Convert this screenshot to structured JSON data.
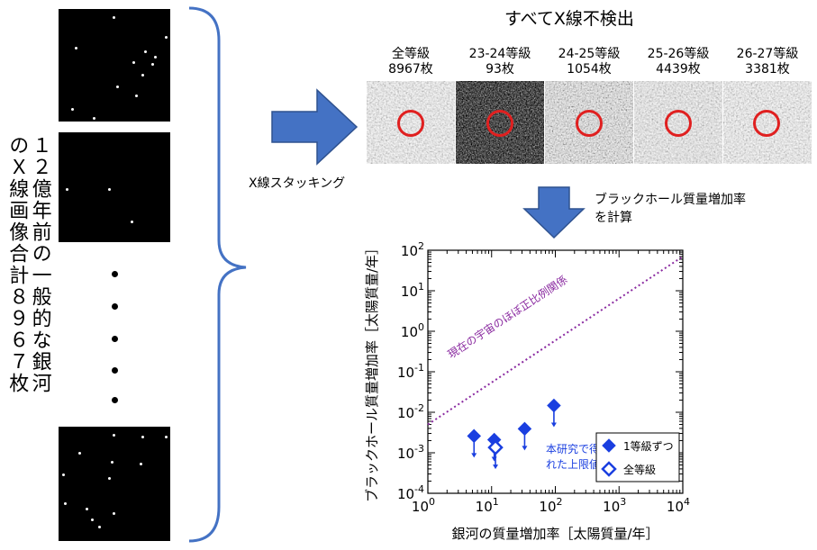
{
  "left": {
    "vertical_text": "１２億年前の一般的な銀河のＸ線画像合計８９６７枚"
  },
  "stacking_label": "X線スタッキング",
  "top": {
    "title": "すべてX線不検出",
    "panels": [
      {
        "name": "全等級",
        "count": "8967枚"
      },
      {
        "name": "23-24等級",
        "count": "93枚"
      },
      {
        "name": "24-25等級",
        "count": "1054枚"
      },
      {
        "name": "25-26等級",
        "count": "4439枚"
      },
      {
        "name": "26-27等級",
        "count": "3381枚"
      }
    ]
  },
  "calc_label_line1": "ブラックホール質量増加率",
  "calc_label_line2": "を計算",
  "chart_data": {
    "type": "scatter",
    "x_scale": "log",
    "y_scale": "log",
    "xlim": [
      1,
      10000
    ],
    "ylim": [
      0.0001,
      100
    ],
    "xlabel": "銀河の質量増加率［太陽質量/年］",
    "ylabel": "ブラックホール質量増加率［太陽質量/年］",
    "x_ticks": [
      "10^0",
      "10^1",
      "10^2",
      "10^3",
      "10^4"
    ],
    "y_ticks": [
      "10^-4",
      "10^-3",
      "10^-2",
      "10^-1",
      "10^0",
      "10^1",
      "10^2"
    ],
    "series": [
      {
        "name": "1等級ずつ",
        "marker": "filled-diamond",
        "color": "#1a3fe0",
        "upper_limit": true,
        "points": [
          [
            5.3,
            0.0026
          ],
          [
            11,
            0.0021
          ],
          [
            33,
            0.0039
          ],
          [
            95,
            0.0147
          ]
        ]
      },
      {
        "name": "全等級",
        "marker": "open-diamond",
        "color": "#1a3fe0",
        "upper_limit": true,
        "points": [
          [
            11.5,
            0.00135
          ]
        ]
      }
    ],
    "reference_line": {
      "label": "現在の宇宙のほぼ正比例関係",
      "color": "#8a2aa0",
      "x": [
        1,
        10000
      ],
      "y": [
        0.005,
        70
      ]
    },
    "annotation_line1": "本研究で得ら",
    "annotation_line2": "れた上限値",
    "legend_position": "bottom-right"
  }
}
